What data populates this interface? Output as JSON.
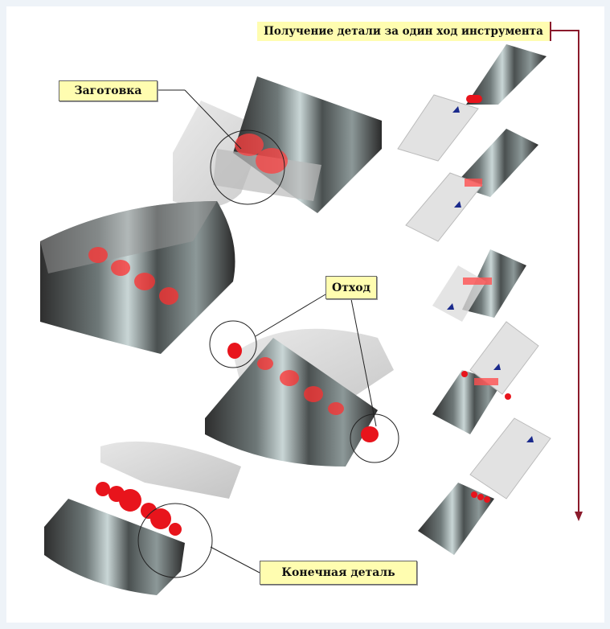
{
  "title": "Получение детали за один ход инструмента",
  "labels": {
    "blank": "Заготовка",
    "waste": "Отход",
    "final_part": "Конечная деталь"
  },
  "colors": {
    "label_bg": "#fffdb0",
    "flow_arrow": "#8b1a2b",
    "part": "#e8141c",
    "direction_arrow": "#1a2a8c"
  }
}
